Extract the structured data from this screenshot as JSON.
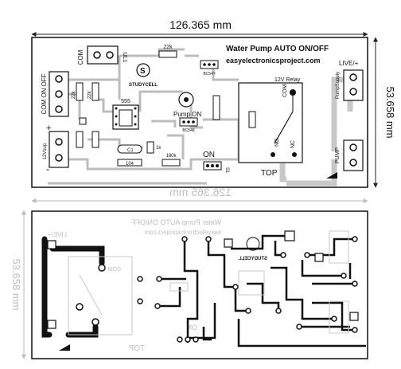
{
  "top": {
    "width_dim": "126.365 mm",
    "height_dim": "53.658 mm",
    "title": "Water Pump AUTO ON/OFF",
    "website": "easyelectronicsproject.com",
    "brand": "STUDYCELL",
    "relay": "12V Relay",
    "com": "COM",
    "no": "NO",
    "nc": "NC",
    "pump_on": "Pump ON",
    "top_label": "TOP",
    "on_label": "ON",
    "live": "LIVE/+",
    "pump_supply": "PumpSupply",
    "pump": "PUMP",
    "r22k": "22k",
    "r22k_a": "22k",
    "r22k_b": "22k",
    "r1k": "1k",
    "ic": "555",
    "r180k": "180k",
    "c104": "104",
    "c1": "C1",
    "q_bc547": "BC547",
    "q_bc548": "BC548",
    "com_on_off": "COM ON OFF",
    "com_top": "COM",
    "ul1": "UL1",
    "plus": "+",
    "minus": "-",
    "inp": "12Vsup",
    "sw": "S1"
  },
  "bottom": {
    "width_dim": "126.365 mm",
    "height_dim": "53.658 mm",
    "title": "Water Pump AUTO ON/OFF",
    "website": "easyelectronicsproject.com",
    "brand": "STUDYCELL",
    "top_label": "TOP",
    "on_label": "ON",
    "live": "LIVE/+",
    "com": "COM"
  }
}
